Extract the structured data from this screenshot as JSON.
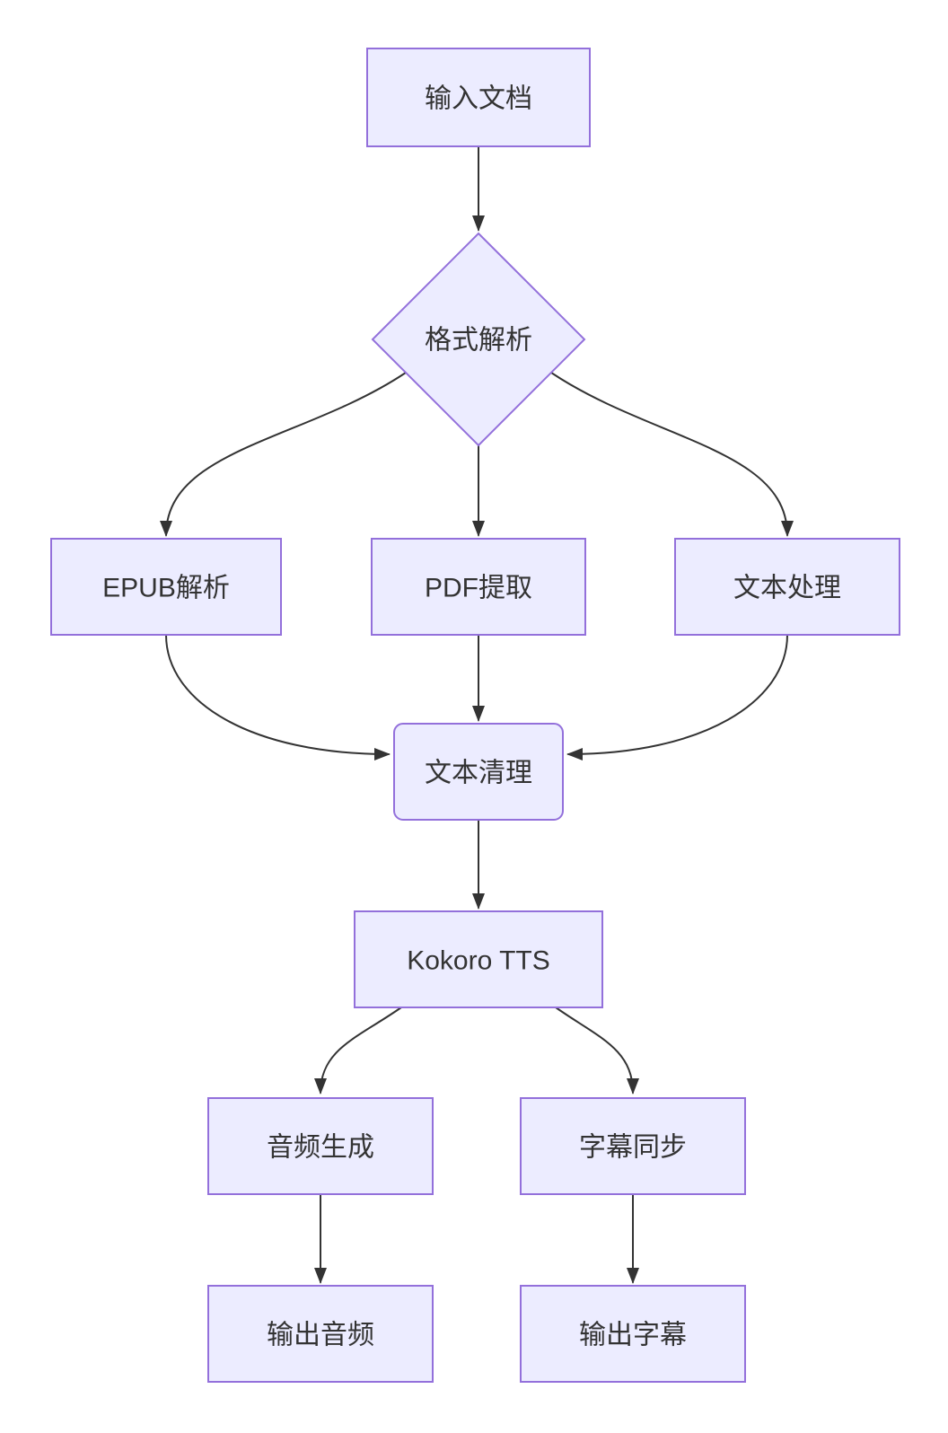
{
  "theme": {
    "background": "#ffffff",
    "node_fill": "#ECECFF",
    "node_border": "#9370DB",
    "edge_color": "#333333",
    "label_color": "#333333"
  },
  "nodes": {
    "input_doc": {
      "label": "输入文档",
      "shape": "rectangle"
    },
    "format_parse": {
      "label": "格式解析",
      "shape": "diamond"
    },
    "epub_parse": {
      "label": "EPUB解析",
      "shape": "rectangle"
    },
    "pdf_extract": {
      "label": "PDF提取",
      "shape": "rectangle"
    },
    "text_process": {
      "label": "文本处理",
      "shape": "rectangle"
    },
    "text_clean": {
      "label": "文本清理",
      "shape": "rounded-rectangle"
    },
    "kokoro_tts": {
      "label": "Kokoro TTS",
      "shape": "rectangle"
    },
    "audio_gen": {
      "label": "音频生成",
      "shape": "rectangle"
    },
    "subtitle_sync": {
      "label": "字幕同步",
      "shape": "rectangle"
    },
    "output_audio": {
      "label": "输出音频",
      "shape": "rectangle"
    },
    "output_subtitle": {
      "label": "输出字幕",
      "shape": "rectangle"
    }
  },
  "edges": [
    {
      "from": "input_doc",
      "to": "format_parse"
    },
    {
      "from": "format_parse",
      "to": "epub_parse"
    },
    {
      "from": "format_parse",
      "to": "pdf_extract"
    },
    {
      "from": "format_parse",
      "to": "text_process"
    },
    {
      "from": "epub_parse",
      "to": "text_clean"
    },
    {
      "from": "pdf_extract",
      "to": "text_clean"
    },
    {
      "from": "text_process",
      "to": "text_clean"
    },
    {
      "from": "text_clean",
      "to": "kokoro_tts"
    },
    {
      "from": "kokoro_tts",
      "to": "audio_gen"
    },
    {
      "from": "kokoro_tts",
      "to": "subtitle_sync"
    },
    {
      "from": "audio_gen",
      "to": "output_audio"
    },
    {
      "from": "subtitle_sync",
      "to": "output_subtitle"
    }
  ]
}
